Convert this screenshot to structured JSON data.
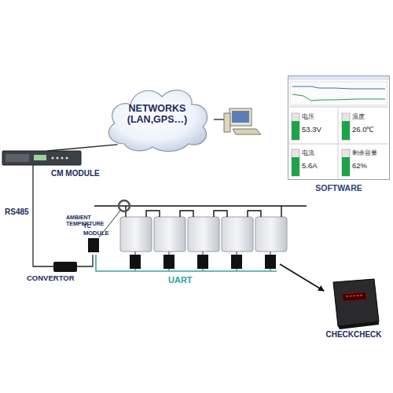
{
  "diagram": {
    "nodes": [
      {
        "text": [
          "NETWORKS (LAN,GPS…)"
        ]
      },
      {
        "text": [
          "SOFTWARE"
        ]
      },
      {
        "text": [
          "电压",
          "53.3V"
        ],
        "in": 1
      },
      {
        "text": [
          "温度",
          "26.0℃"
        ],
        "in": 1
      },
      {
        "text": [
          "电流",
          "5.6A"
        ],
        "in": 1
      },
      {
        "text": [
          "剩余容量",
          "62%"
        ],
        "in": 1
      },
      {
        "text": [
          "CM MODULE"
        ]
      },
      {
        "text": [
          "TC MODULE"
        ]
      },
      {
        "text": [
          "CONVERTOR"
        ]
      },
      {
        "text": [
          "CHECKCHECK"
        ]
      }
    ],
    "edges": [
      {
        "from": 6,
        "to": 0,
        "arrow": "none"
      },
      {
        "from": 6,
        "to": 8,
        "label": "RS485",
        "arrow": "none"
      },
      {
        "from": 8,
        "to": 7,
        "arrow": "none"
      }
    ],
    "labels": [
      "AMBIENT TEMPERTURE",
      "UART"
    ]
  }
}
